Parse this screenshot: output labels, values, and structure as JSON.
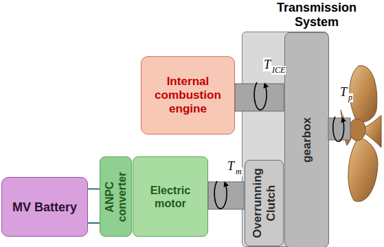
{
  "diagram": {
    "nodes": [
      {
        "text": [
          "Transmission System"
        ]
      },
      {
        "text": [
          "Internal combustion engine"
        ]
      },
      {
        "text": [
          "Overrunning Clutch"
        ],
        "in": 0
      },
      {
        "text": [
          "gearbox"
        ],
        "in": 0
      },
      {
        "text": [
          "MV Battery"
        ]
      },
      {
        "text": [
          "ANPC converter"
        ]
      },
      {
        "text": [
          "Electric motor"
        ]
      }
    ],
    "edges": [
      {
        "from": 4,
        "to": 5,
        "arrow": "none"
      },
      {
        "from": 4,
        "to": 5,
        "arrow": "none"
      }
    ],
    "labels": [
      "T",
      "ICE",
      "T",
      "m",
      "T",
      "p"
    ]
  }
}
